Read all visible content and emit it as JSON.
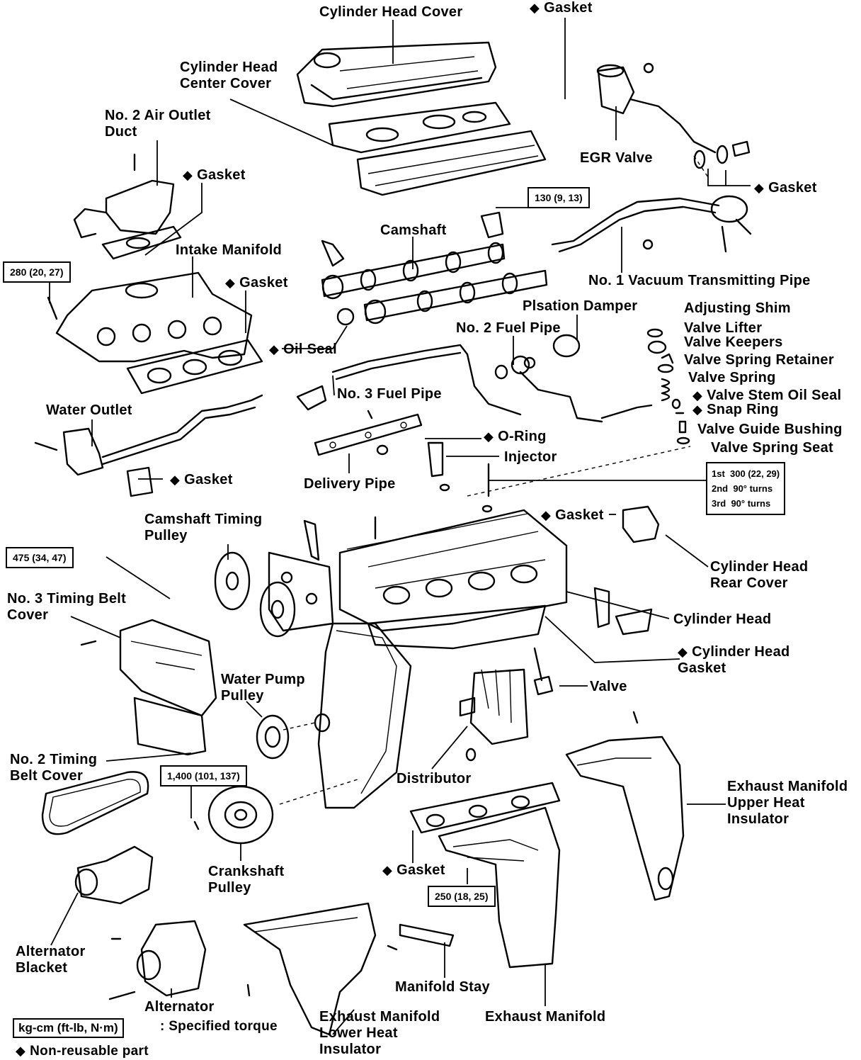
{
  "labels": {
    "cylinder_head_cover": "Cylinder Head Cover",
    "gasket_top": "Gasket",
    "cylinder_head_center_cover": "Cylinder Head\nCenter Cover",
    "no2_air_outlet_duct": "No. 2 Air Outlet\nDuct",
    "gasket_duct": "Gasket",
    "egr_valve": "EGR Valve",
    "gasket_egr": "Gasket",
    "camshaft": "Camshaft",
    "intake_manifold": "Intake Manifold",
    "gasket_intake": "Gasket",
    "no1_vacuum_pipe": "No. 1 Vacuum Transmitting Pipe",
    "oil_seal": "Oil Seal",
    "plsation_damper": "Plsation Damper",
    "no2_fuel_pipe": "No. 2 Fuel Pipe",
    "adjusting_shim": "Adjusting Shim",
    "valve_lifter": "Valve Lifter",
    "valve_keepers": "Valve Keepers",
    "valve_spring_retainer": "Valve Spring Retainer",
    "valve_spring": "Valve Spring",
    "valve_stem_oil_seal": "Valve Stem Oil Seal",
    "snap_ring": "Snap Ring",
    "valve_guide_bushing": "Valve Guide Bushing",
    "valve_spring_seat": "Valve Spring Seat",
    "no3_fuel_pipe": "No. 3 Fuel Pipe",
    "water_outlet": "Water Outlet",
    "o_ring": "O-Ring",
    "injector": "Injector",
    "delivery_pipe": "Delivery Pipe",
    "gasket_water": "Gasket",
    "camshaft_timing_pulley": "Camshaft Timing\nPulley",
    "gasket_rear": "Gasket",
    "cylinder_head_rear_cover": "Cylinder Head\nRear Cover",
    "no3_timing_belt_cover": "No. 3 Timing Belt\nCover",
    "cylinder_head": "Cylinder Head",
    "cylinder_head_gasket": "Cylinder Head\nGasket",
    "water_pump_pulley": "Water Pump\nPulley",
    "valve": "Valve",
    "no2_timing_belt_cover": "No. 2 Timing\nBelt Cover",
    "distributor": "Distributor",
    "exhaust_upper_insulator": "Exhaust Manifold\nUpper Heat\nInsulator",
    "crankshaft_pulley": "Crankshaft\nPulley",
    "gasket_exhaust": "Gasket",
    "alternator_blacket": "Alternator\nBlacket",
    "manifold_stay": "Manifold Stay",
    "alternator": "Alternator",
    "exhaust_lower_insulator": "Exhaust Manifold\nLower Heat\nInsulator",
    "exhaust_manifold": "Exhaust Manifold"
  },
  "torque": {
    "t130": "130 (9, 13)",
    "t280": "280 (20, 27)",
    "head_1": "1st  300 (22, 29)",
    "head_2": "2nd  90° turns",
    "head_3": "3rd  90° turns",
    "t475": "475 (34, 47)",
    "t1400": "1,400 (101, 137)",
    "t250": "250 (18, 25)"
  },
  "legend": {
    "unit_box": "kg-cm (ft-lb, N·m)",
    "unit_text": ": Specified torque",
    "nonreusable": "Non-reusable part",
    "diamond": "◆"
  }
}
